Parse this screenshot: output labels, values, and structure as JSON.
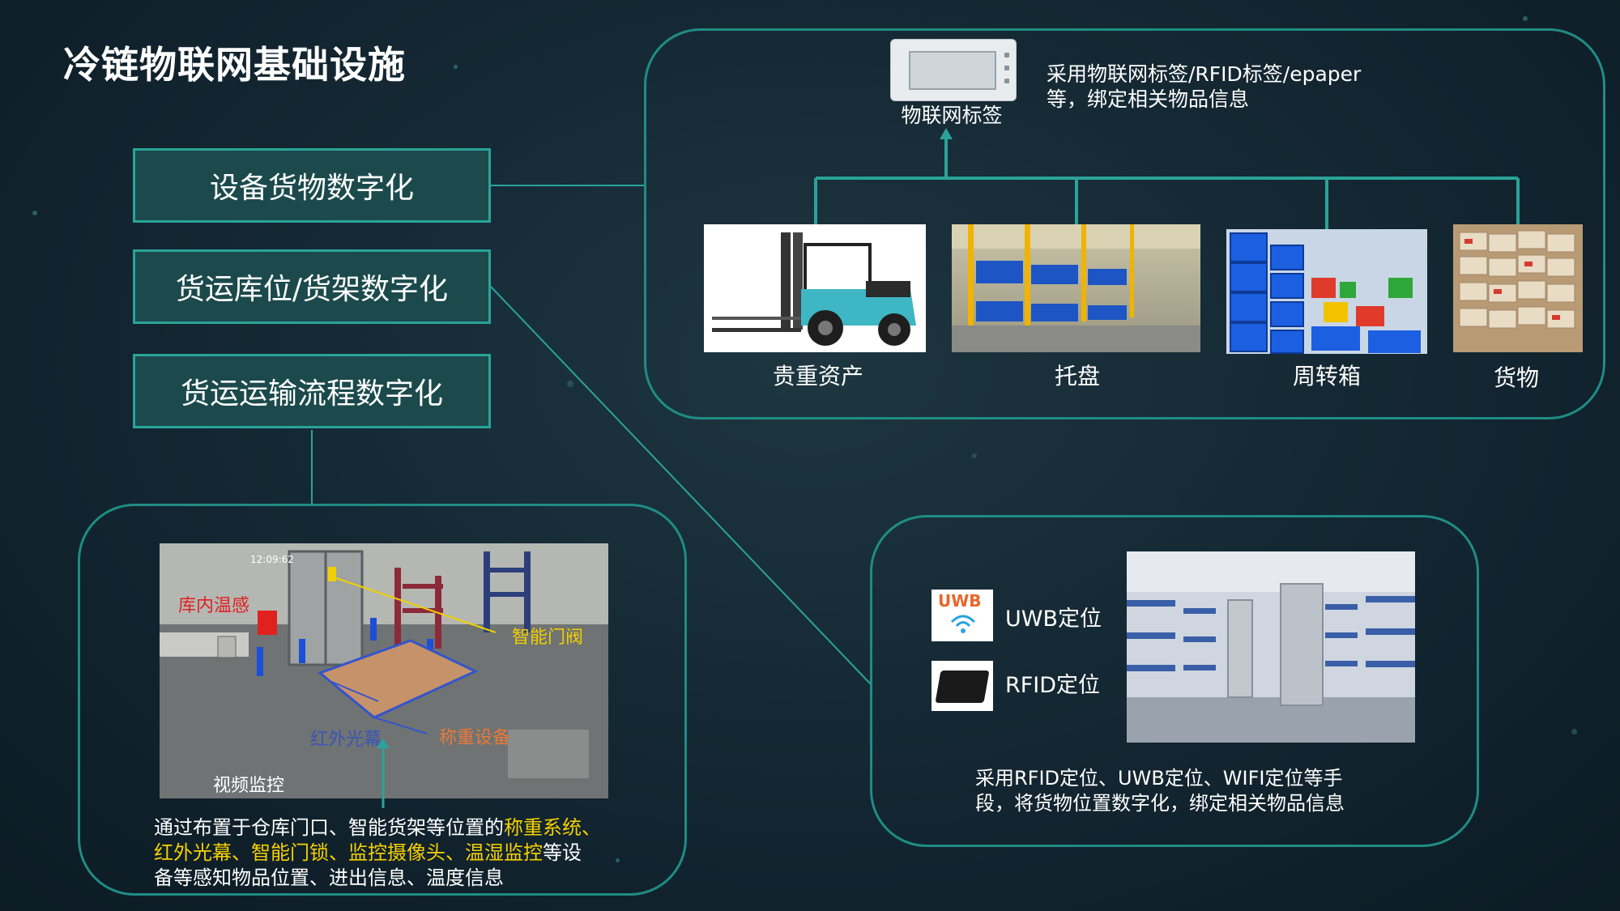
{
  "title": "冷链物联网基础设施",
  "categories": [
    "设备货物数字化",
    "货运库位/货架数字化",
    "货运运输流程数字化"
  ],
  "tag_panel": {
    "tag_label": "物联网标签",
    "tag_desc": [
      "采用物联网标签/RFID标签/epaper",
      "等，绑定相关物品信息"
    ],
    "items": [
      "贵重资产",
      "托盘",
      "周转箱",
      "货物"
    ]
  },
  "video_panel": {
    "overlays": {
      "temp": "库内温感",
      "door": "智能门阀",
      "infrared": "红外光幕",
      "scale": "称重设备",
      "video": "视频监控",
      "timestamp": "12:09:62"
    },
    "desc": {
      "pre": "通过布置于仓库门口、智能货架等位置的",
      "hl1": "称重系统、",
      "hl2": "红外光幕、智能门锁、监控摄像头、温湿监控",
      "post1": "等设",
      "post2": "备等感知物品位置、进出信息、温度信息"
    }
  },
  "location_panel": {
    "uwb_icon_text": "UWB",
    "uwb_label": "UWB定位",
    "rfid_label": "RFID定位",
    "desc": [
      "采用RFID定位、UWB定位、WIFI定位等手",
      "段，将货物位置数字化，绑定相关物品信息"
    ]
  },
  "colors": {
    "accent": "#2aa39a",
    "highlight": "#f6d000",
    "alert_red": "#e0211f",
    "background": "#132631"
  }
}
